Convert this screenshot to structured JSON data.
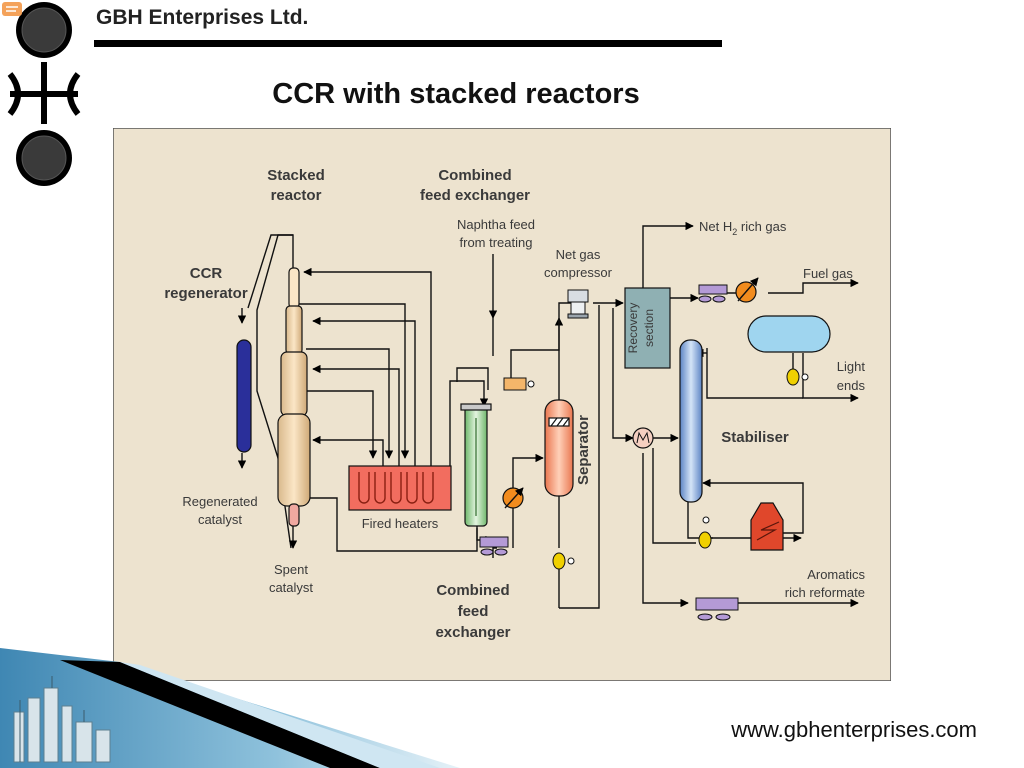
{
  "header": {
    "company": "GBH Enterprises Ltd.",
    "title": "CCR with stacked reactors"
  },
  "diagram": {
    "labels": {
      "stacked_reactor_1": "Stacked",
      "stacked_reactor_2": "reactor",
      "ccr_regenerator_1": "CCR",
      "ccr_regenerator_2": "regenerator",
      "combined_feed_top_1": "Combined",
      "combined_feed_top_2": "feed exchanger",
      "naphtha_1": "Naphtha feed",
      "naphtha_2": "from treating",
      "net_gas_1": "Net gas",
      "net_gas_2": "compressor",
      "net_h2_pre": "Net H",
      "net_h2_sub": "2",
      "net_h2_post": " rich gas",
      "fuel_gas": "Fuel gas",
      "recovery_1": "Recovery",
      "recovery_2": "section",
      "light_ends_1": "Light",
      "light_ends_2": "ends",
      "stabiliser": "Stabiliser",
      "separator": "Separator",
      "regen_cat_1": "Regenerated",
      "regen_cat_2": "catalyst",
      "fired_heaters": "Fired heaters",
      "spent_cat_1": "Spent",
      "spent_cat_2": "catalyst",
      "combined_feed_bottom_1": "Combined",
      "combined_feed_bottom_2": "feed",
      "combined_feed_bottom_3": "exchanger",
      "aromatics_1": "Aromatics",
      "aromatics_2": "rich reformate"
    }
  },
  "footer": {
    "url": "www.gbhenterprises.com"
  },
  "colors": {
    "panel_bg": "#ede3cf",
    "regenerator": "#2a2f9a",
    "reactor": "#ecd0a6",
    "heater": "#f26d5f",
    "exchanger": "#a9d6a4",
    "separator": "#f5a07f",
    "recovery": "#8fb0b3",
    "stabiliser": "#8eb3e3",
    "drum": "#9fd5ef",
    "pump": "#f0d000",
    "valve": "#f28c1e",
    "cooler": "#b49ad6"
  }
}
